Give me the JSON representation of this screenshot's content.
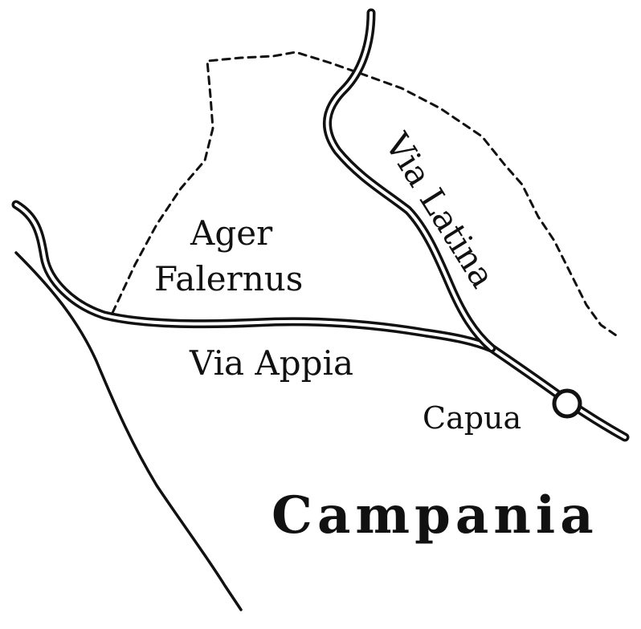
{
  "map": {
    "labels": {
      "ager_line1": "Ager",
      "ager_line2": "Falernus",
      "via_latina": "Via Latina",
      "via_appia": "Via Appia",
      "capua": "Capua",
      "campania": "Campania"
    },
    "features": {
      "roads": [
        "Via Appia",
        "Via Latina"
      ],
      "city": "Capua",
      "region": "Campania",
      "district": "Ager Falernus"
    },
    "colors": {
      "ink": "#111111",
      "paper": "#ffffff"
    }
  }
}
